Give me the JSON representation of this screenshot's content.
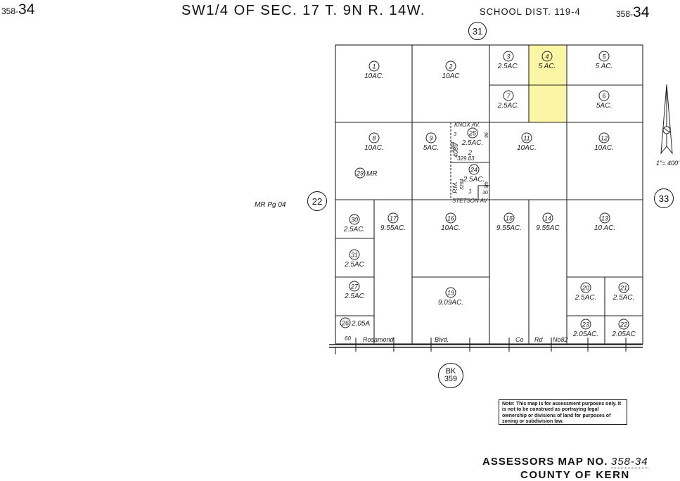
{
  "header": {
    "map_code_left_prefix": "358-",
    "map_code_left_number": "34",
    "title": "SW1/4 OF SEC. 17 T. 9N R. 14W.",
    "school_district": "SCHOOL DIST. 119-4",
    "map_code_right_prefix": "358-",
    "map_code_right_number": "34"
  },
  "adjacent": {
    "north": "31",
    "west": "22",
    "east": "33",
    "south_book": "BK",
    "south_page": "359"
  },
  "mr_reference": "MR Pg 04",
  "scale": "1\"= 400'",
  "highlight_color": "#fbf6a6",
  "parcels": [
    {
      "num": "1",
      "area": "10AC."
    },
    {
      "num": "2",
      "area": "10AC"
    },
    {
      "num": "3",
      "area": "2.5AC."
    },
    {
      "num": "4",
      "area": "5 AC.",
      "highlighted": true
    },
    {
      "num": "5",
      "area": "5 AC."
    },
    {
      "num": "6",
      "area": "5AC."
    },
    {
      "num": "7",
      "area": "2.5AC."
    },
    {
      "num": "8",
      "area": "10AC."
    },
    {
      "num": "9",
      "area": "5AC."
    },
    {
      "num": "11",
      "area": "10AC."
    },
    {
      "num": "12",
      "area": "10AC."
    },
    {
      "num": "13",
      "area": "10 AC."
    },
    {
      "num": "14",
      "area": "9.55AC"
    },
    {
      "num": "15",
      "area": "9.55AC."
    },
    {
      "num": "16",
      "area": "10AC."
    },
    {
      "num": "17",
      "area": "9.55AC."
    },
    {
      "num": "19",
      "area": "9.09AC."
    },
    {
      "num": "20",
      "area": "2.5AC."
    },
    {
      "num": "21",
      "area": "2.5AC."
    },
    {
      "num": "22",
      "area": "2.05AC"
    },
    {
      "num": "23",
      "area": "2.05AC."
    },
    {
      "num": "24",
      "area": "2.5AC."
    },
    {
      "num": "25",
      "area": "2.5AC."
    },
    {
      "num": "26",
      "area": "2.05A"
    },
    {
      "num": "27",
      "area": "2.5AC"
    },
    {
      "num": "29",
      "area": "MR"
    },
    {
      "num": "30",
      "area": "2.5AC."
    },
    {
      "num": "31",
      "area": "2.5AC"
    }
  ],
  "parcel_map": {
    "label": "P.M.",
    "book": "3264",
    "page": "4089",
    "lot_upper": "2",
    "lot_lower": "1",
    "lot_30": "30",
    "dimension": "329.63",
    "dim_3": "3",
    "dim_right_1": "96",
    "dim_right_2": "9th"
  },
  "streets": {
    "knox": "KNOX AV.",
    "stetson": "STETSON AV",
    "rosamond": "Rosamond",
    "blvd": "Blvd.",
    "co": "Co",
    "rd": "Rd",
    "no": "No82",
    "sixty": "60"
  },
  "note": "Note: This map is for assessment purposes only. It is not to be construed as portraying legal ownership or divisions of land for purposes of zoning or subdivision law.",
  "footer": {
    "assessors_label": "ASSESSORS MAP NO.",
    "assessors_number": "358-34",
    "county": "COUNTY OF KERN"
  }
}
